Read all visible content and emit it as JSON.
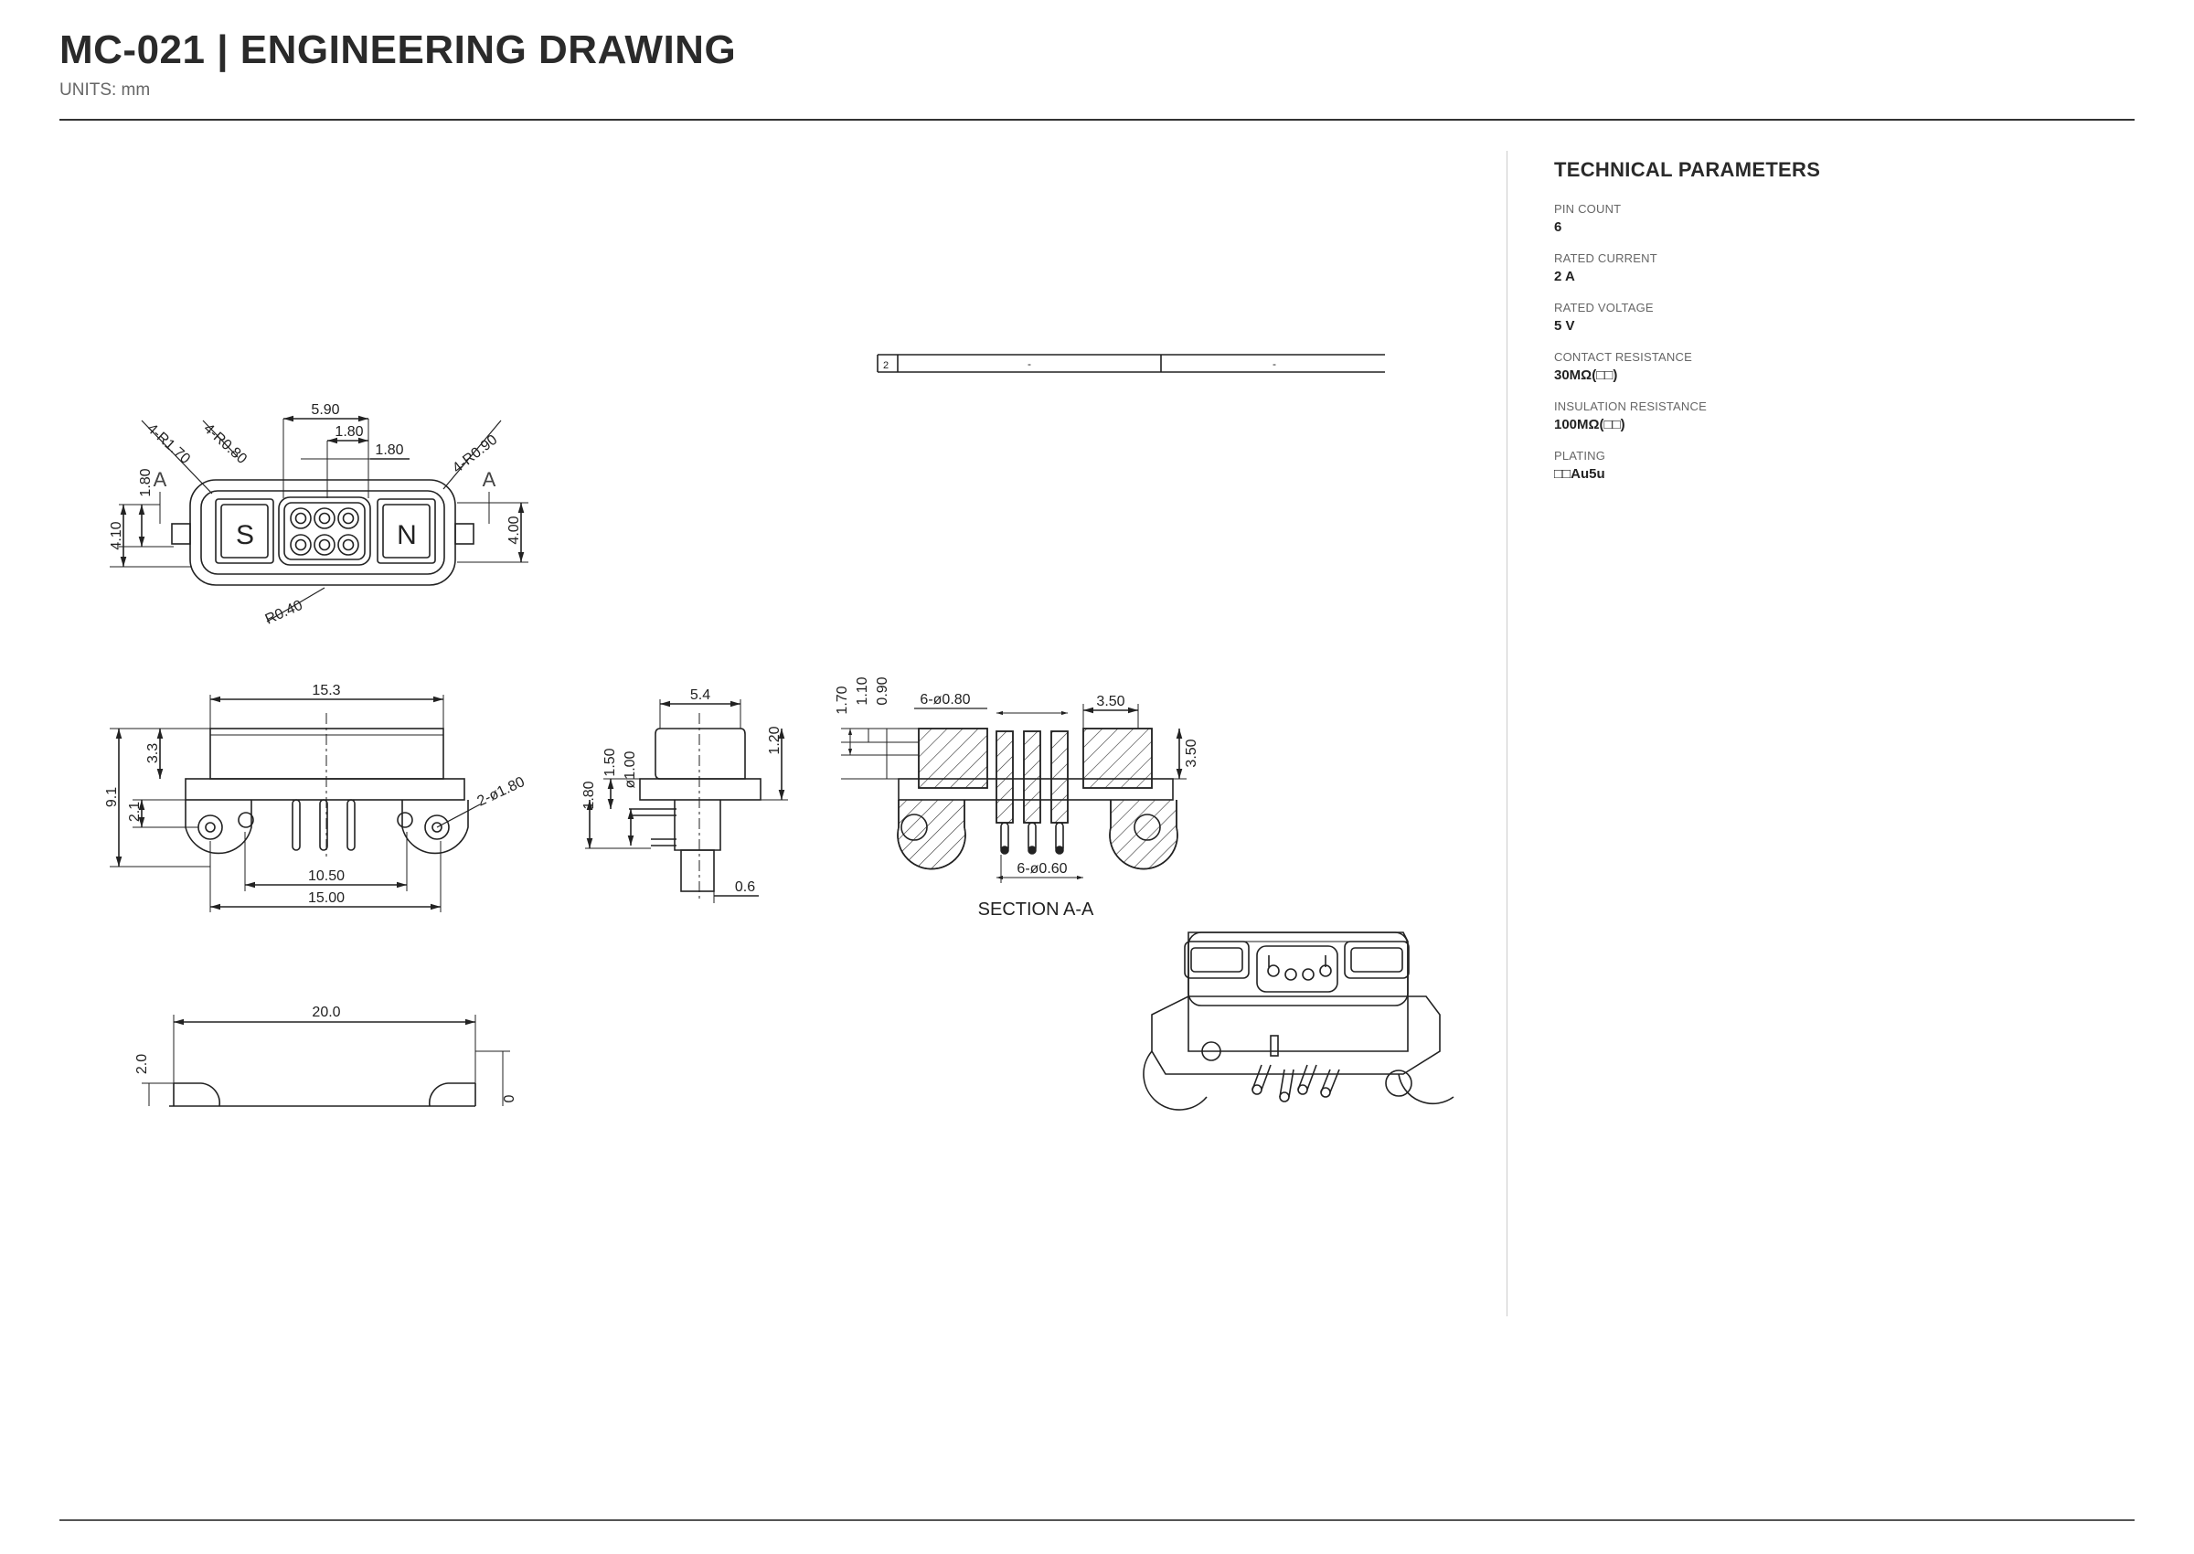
{
  "header": {
    "title": "MC-021  |  ENGINEERING DRAWING",
    "units": "UNITS: mm"
  },
  "params": {
    "heading": "TECHNICAL PARAMETERS",
    "items": [
      {
        "label": "PIN COUNT",
        "value": "6"
      },
      {
        "label": "RATED CURRENT",
        "value": "2 A"
      },
      {
        "label": "RATED VOLTAGE",
        "value": "5 V"
      },
      {
        "label": "CONTACT RESISTANCE",
        "value": "30MΩ(□□)"
      },
      {
        "label": "INSULATION RESISTANCE",
        "value": "100MΩ(□□)"
      },
      {
        "label": "PLATING",
        "value": "□□Au5u"
      }
    ]
  },
  "drawing": {
    "revtable": {
      "num": "2",
      "cell1": "-",
      "cell2": "-"
    },
    "top_view": {
      "d_5_90": "5.90",
      "d_1_80a": "1.80",
      "d_1_80b": "1.80",
      "r_1_70": "4-R1.70",
      "r_0_80": "4-R0.80",
      "r_0_90": "4-R0.90",
      "d_1_80v": "1.80",
      "d_4_10": "4.10",
      "d_4_00": "4.00",
      "r_0_40": "R0.40",
      "sec_left": "A",
      "sec_right": "A",
      "key_s": "S",
      "key_n": "N"
    },
    "front_view": {
      "d_15_3": "15.3",
      "d_3_3": "3.3",
      "d_9_1": "9.1",
      "d_2_1": "2.1",
      "d_10_50": "10.50",
      "d_15_00": "15.00",
      "d_hole": "2-ø1.80"
    },
    "side_view": {
      "d_5_4": "5.4",
      "d_1_20": "1.20",
      "d_1_50": "1.50",
      "d_1_00": "ø1.00",
      "d_1_80": "1.80",
      "d_0_6": "0.6"
    },
    "section": {
      "d_1_70": "1.70",
      "d_1_10": "1.10",
      "d_0_90": "0.90",
      "d_pin": "6-ø0.80",
      "d_3_50h": "3.50",
      "d_3_50v": "3.50",
      "d_tip": "6-ø0.60",
      "caption": "SECTION A-A"
    },
    "bottom_view": {
      "d_20_0": "20.0",
      "d_2_0": "2.0",
      "d_0": "0"
    }
  }
}
